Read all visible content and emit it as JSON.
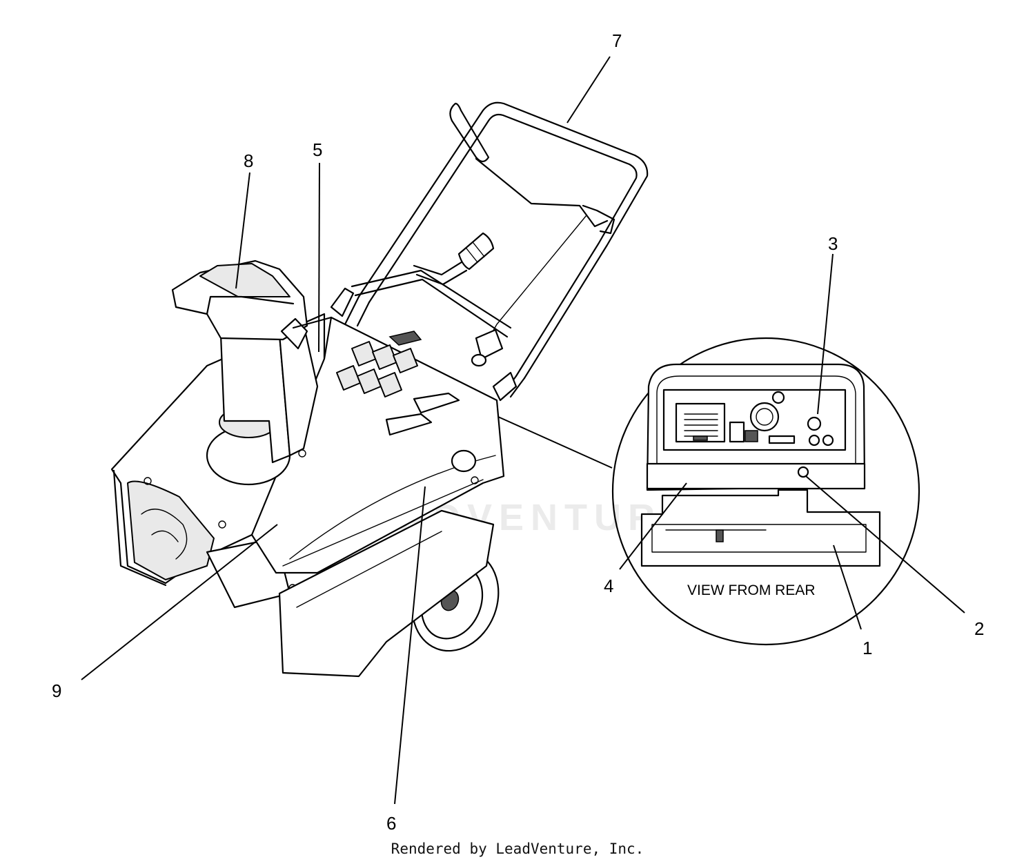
{
  "diagram": {
    "inset_label": "VIEW FROM REAR",
    "watermark": "LEADVENTURE",
    "callouts": [
      "1",
      "2",
      "3",
      "4",
      "5",
      "6",
      "7",
      "8",
      "9"
    ]
  },
  "footer": {
    "credit": "Rendered by LeadVenture, Inc."
  },
  "colors": {
    "line": "#000000",
    "background": "#ffffff",
    "shade": "#e9e9e9",
    "watermark": "#ebebeb"
  }
}
